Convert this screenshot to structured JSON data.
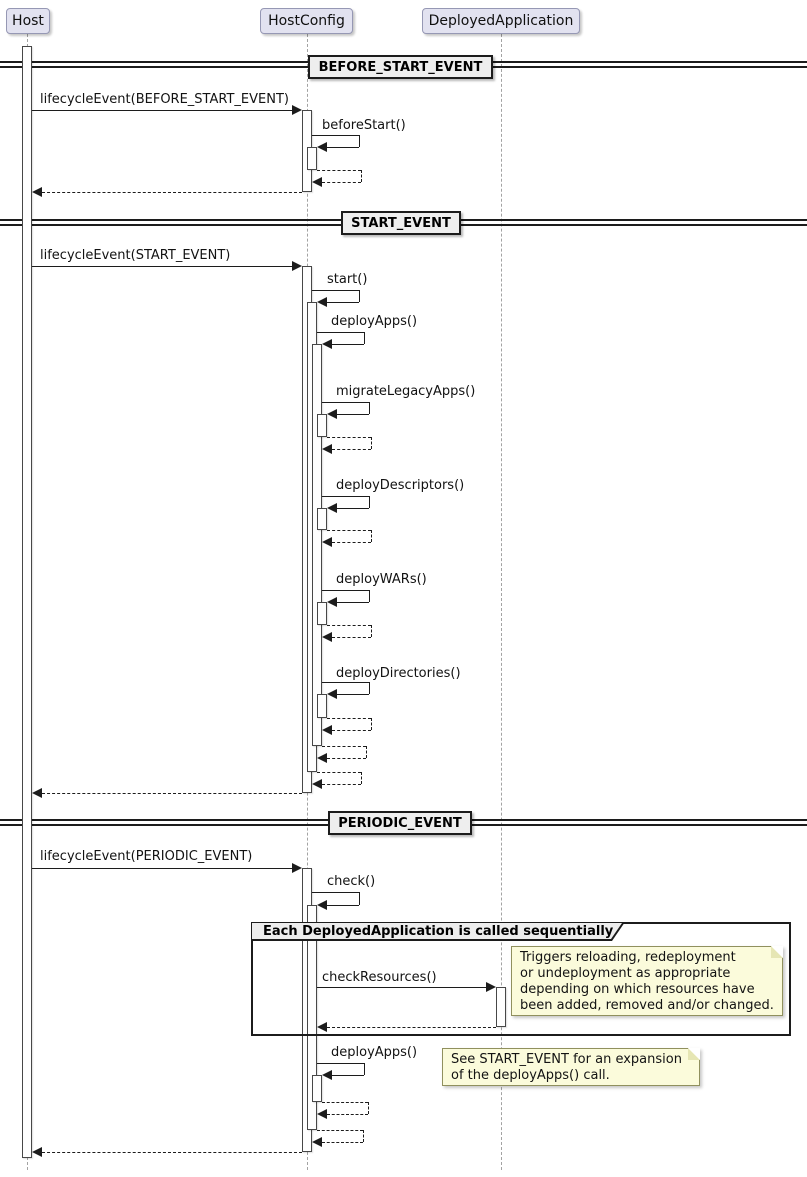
{
  "participants": [
    {
      "name": "Host"
    },
    {
      "name": "HostConfig"
    },
    {
      "name": "DeployedApplication"
    }
  ],
  "dividers": [
    "BEFORE_START_EVENT",
    "START_EVENT",
    "PERIODIC_EVENT"
  ],
  "messages": {
    "lifecycle_before_start": "lifecycleEvent(BEFORE_START_EVENT)",
    "before_start": "beforeStart()",
    "lifecycle_start": "lifecycleEvent(START_EVENT)",
    "start": "start()",
    "deploy_apps": "deployApps()",
    "migrate_legacy_apps": "migrateLegacyApps()",
    "deploy_descriptors": "deployDescriptors()",
    "deploy_wars": "deployWARs()",
    "deploy_directories": "deployDirectories()",
    "lifecycle_periodic": "lifecycleEvent(PERIODIC_EVENT)",
    "check": "check()",
    "check_resources": "checkResources()",
    "deploy_apps_periodic": "deployApps()"
  },
  "group": {
    "label": "Each DeployedApplication is called sequentially"
  },
  "notes": {
    "check_resources": {
      "lines": [
        "Triggers reloading, redeployment",
        "or undeployment as appropriate",
        "depending on which resources have",
        "been added, removed and/or changed."
      ]
    },
    "deploy_apps": {
      "lines": [
        "See START_EVENT for an expansion",
        "of the deployApps() call."
      ]
    }
  },
  "colors": {
    "participant_fill": "#E2E2F0",
    "participant_border": "#9698B4",
    "divider_fill": "#EEEEEE",
    "note_fill": "#FBFBDB",
    "line": "#1C1C1C",
    "lifeline": "#A3A3A3"
  }
}
